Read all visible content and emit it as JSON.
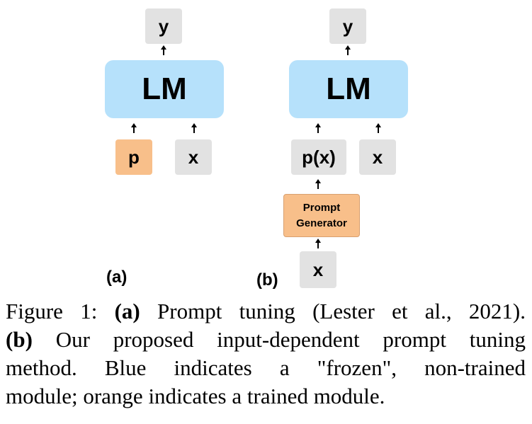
{
  "panel_a": {
    "output": "y",
    "model": "LM",
    "prompt": "p",
    "input": "x",
    "label": "(a)"
  },
  "panel_b": {
    "output": "y",
    "model": "LM",
    "prompt": "p(x)",
    "input": "x",
    "generator_line1": "Prompt",
    "generator_line2": "Generator",
    "generator_input": "x",
    "label": "(b)"
  },
  "caption": {
    "line1_prefix": "Figure 1: ",
    "line1_bold": "(a)",
    "line1_rest": " Prompt tuning (Lester et al., 2021).",
    "line2_bold": "(b)",
    "line2_rest": " Our proposed input-dependent prompt tuning",
    "line3": "method.  Blue indicates a \"frozen\", non-trained",
    "line4": "module; orange indicates a trained module."
  },
  "colors": {
    "frozen": "#b6e1fb",
    "trained": "#f8bf8a",
    "io": "#e2e2e2"
  }
}
